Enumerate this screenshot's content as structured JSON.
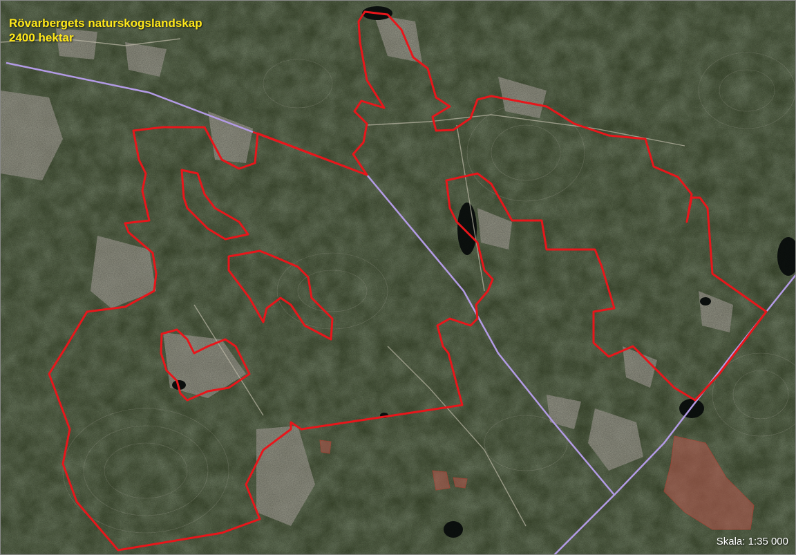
{
  "map": {
    "title": "Rövarbergets naturskogslandskap",
    "subtitle": "2400 hektar",
    "scale": "Skala: 1:35 000"
  },
  "colors": {
    "boundary": "#e8161b",
    "line": "#b39be6",
    "title_text": "#ffe81a",
    "scale_text": "#ffffff"
  },
  "icons": {
    "map": "satellite-map-image"
  }
}
